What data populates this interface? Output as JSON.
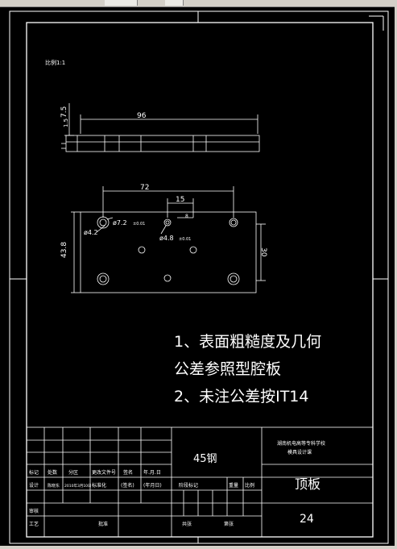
{
  "sheet": {
    "scale_note": "比例1:1"
  },
  "dimensions": {
    "thickness": "7.5",
    "inner_thickness": "1.5",
    "length_side": "96",
    "hole_span": "72",
    "hole_pitch": "15",
    "edge_small": "8",
    "width": "43.8",
    "hole_depth": "30",
    "hole_dia_1": "ø7.2",
    "hole_dia_2": "ø4.2",
    "hole_dia_3": "ø4.8",
    "tol_1": "±0.01",
    "tol_2": "±0.01"
  },
  "notes": {
    "line1": "1、表面粗糙度及几何",
    "line2": "公差参照型腔板",
    "line3": "2、未注公差按IT14"
  },
  "title_block": {
    "material": "45钢",
    "school": "湖南机电高等专科学校",
    "school_sub": "模具设计课",
    "part_name": "顶板",
    "drawing_no": "24",
    "row_labels": {
      "mark": "标记",
      "count": "处数",
      "zone": "分区",
      "change_doc": "更改文件号",
      "sign": "签名",
      "date": "年.月.日",
      "design": "设计",
      "designer": "陈晓东",
      "design_date": "2010年3月10日",
      "std": "标准化",
      "sign2": "(签名)",
      "date2": "(年月日)",
      "review": "审核",
      "craft": "工艺",
      "approve": "批准",
      "stage": "阶段标记",
      "weight": "重量",
      "scale": "比例",
      "sheets": "共张",
      "sheet_no": "第张"
    }
  }
}
